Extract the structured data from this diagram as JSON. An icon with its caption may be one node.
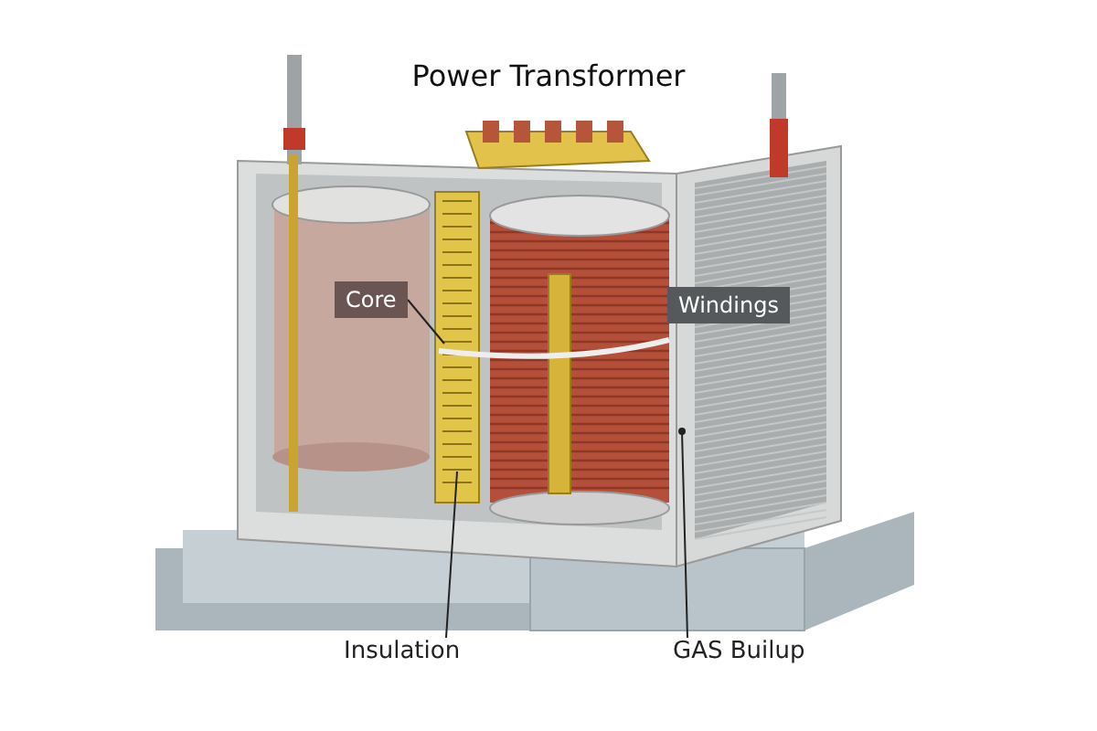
{
  "diagram": {
    "title": "Power Transformer",
    "nodes": [
      {
        "text": [
          "Core"
        ]
      },
      {
        "text": [
          "Windings"
        ]
      },
      {
        "text": [
          "Insulation"
        ]
      },
      {
        "text": [
          "GAS Builup"
        ]
      }
    ],
    "edges": [
      {
        "from": 0,
        "to": null,
        "arrow": "none"
      },
      {
        "from": 2,
        "to": null,
        "arrow": "none"
      },
      {
        "from": 3,
        "to": null,
        "arrow": "other"
      }
    ]
  }
}
